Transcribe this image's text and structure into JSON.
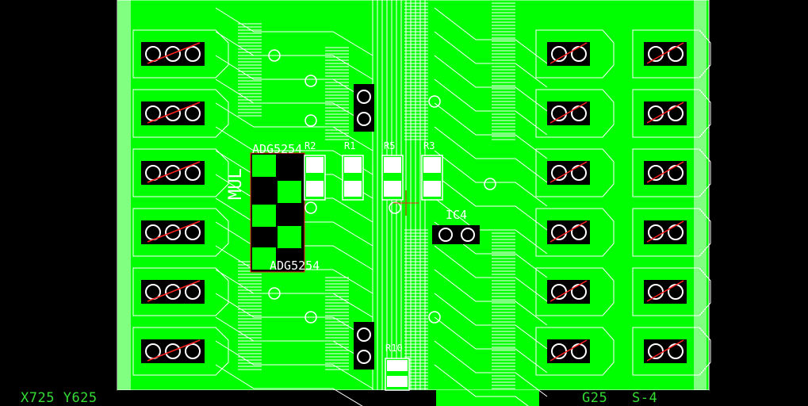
{
  "app": {
    "name": "PCB layout editor"
  },
  "status_bar": {
    "x_label": "X725",
    "y_label": "Y625",
    "grid_label": "G25",
    "snap_label": "S-4"
  },
  "components": {
    "left_ic": "ADG5254",
    "left_ic_vertical": "MUL",
    "center_ic": "IC4",
    "resistors": [
      "R2",
      "R1",
      "R5",
      "R3"
    ],
    "bottom_label": "R10"
  },
  "colors": {
    "background": "#000000",
    "copper_fill": "#00ff00",
    "trace": "#ffffff",
    "pad_highlight": "#ff2020",
    "status_text": "#33dd33"
  }
}
